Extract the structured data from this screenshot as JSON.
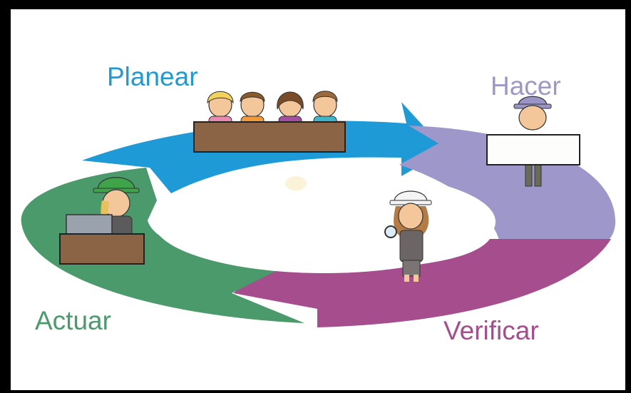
{
  "diagram": {
    "steps": [
      {
        "label": "Planear",
        "color": "#1e9ad6"
      },
      {
        "label": "Hacer",
        "color": "#9e97c9"
      },
      {
        "label": "Verificar",
        "color": "#a64d8e"
      },
      {
        "label": "Actuar",
        "color": "#4b9a6c"
      }
    ],
    "figures": {
      "planear": "team-of-four-behind-desk",
      "hacer": "worker-with-hardhat-holding-blueprint",
      "verificar": "inspector-with-hardhat-and-magnifier",
      "actuar": "worker-with-green-hardhat-at-laptop"
    }
  }
}
